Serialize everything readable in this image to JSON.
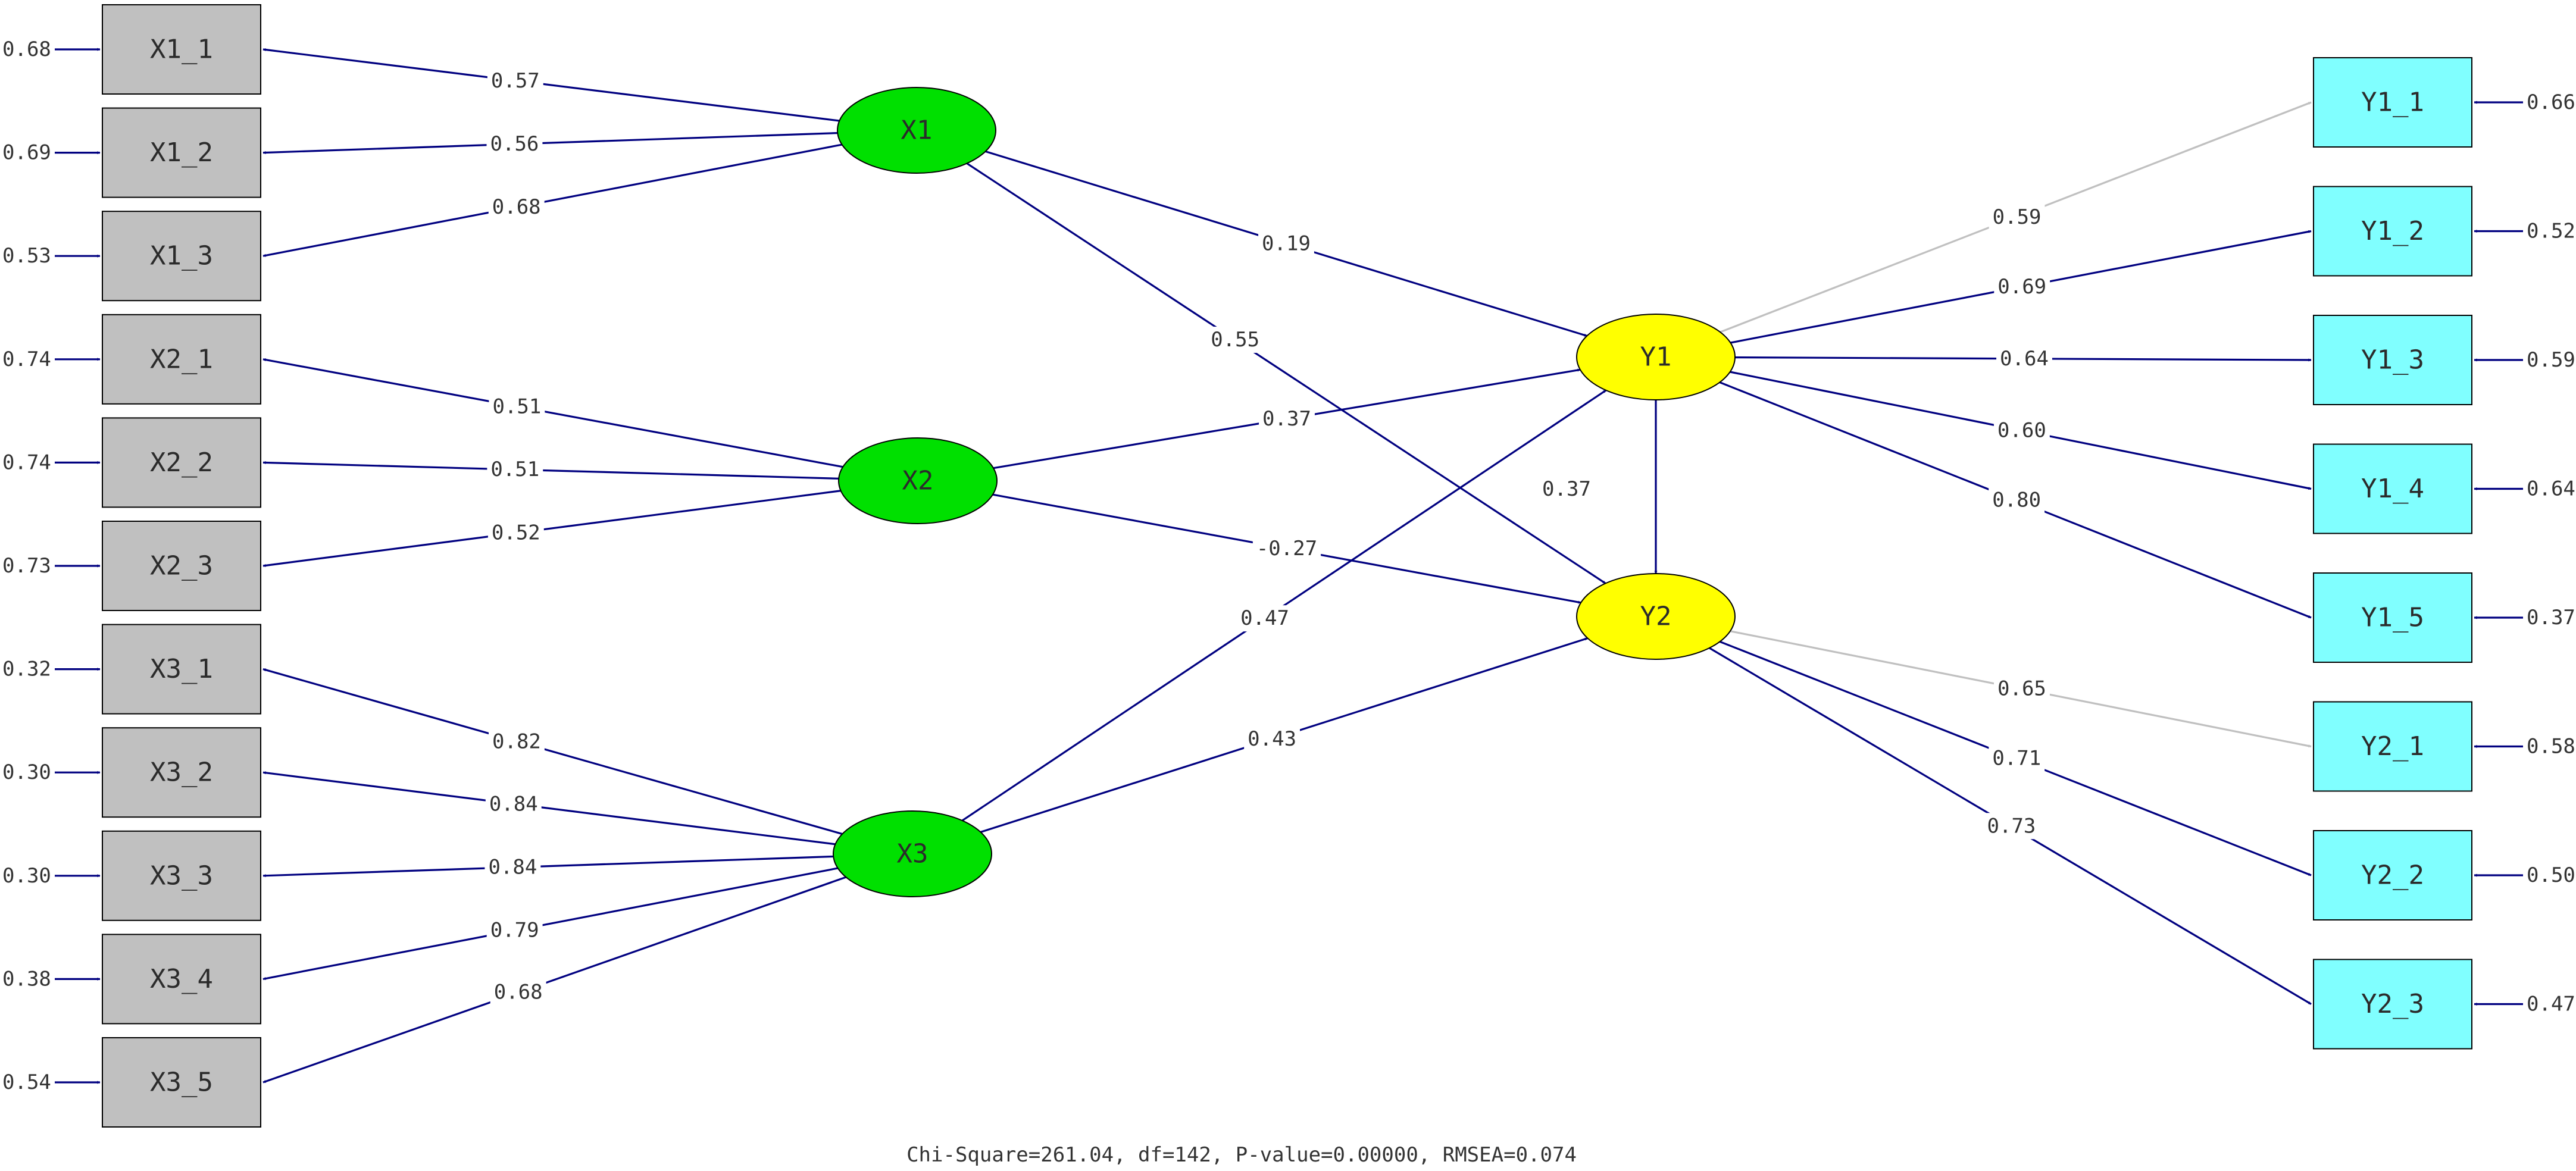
{
  "latent_exogenous": [
    {
      "id": "X1",
      "label": "X1"
    },
    {
      "id": "X2",
      "label": "X2"
    },
    {
      "id": "X3",
      "label": "X3"
    }
  ],
  "latent_endogenous": [
    {
      "id": "Y1",
      "label": "Y1"
    },
    {
      "id": "Y2",
      "label": "Y2"
    }
  ],
  "x_indicators": [
    {
      "label": "X1_1",
      "factor": "X1",
      "loading": "0.57",
      "error": "0.68"
    },
    {
      "label": "X1_2",
      "factor": "X1",
      "loading": "0.56",
      "error": "0.69"
    },
    {
      "label": "X1_3",
      "factor": "X1",
      "loading": "0.68",
      "error": "0.53"
    },
    {
      "label": "X2_1",
      "factor": "X2",
      "loading": "0.51",
      "error": "0.74"
    },
    {
      "label": "X2_2",
      "factor": "X2",
      "loading": "0.51",
      "error": "0.74"
    },
    {
      "label": "X2_3",
      "factor": "X2",
      "loading": "0.52",
      "error": "0.73"
    },
    {
      "label": "X3_1",
      "factor": "X3",
      "loading": "0.82",
      "error": "0.32"
    },
    {
      "label": "X3_2",
      "factor": "X3",
      "loading": "0.84",
      "error": "0.30"
    },
    {
      "label": "X3_3",
      "factor": "X3",
      "loading": "0.84",
      "error": "0.30"
    },
    {
      "label": "X3_4",
      "factor": "X3",
      "loading": "0.79",
      "error": "0.38"
    },
    {
      "label": "X3_5",
      "factor": "X3",
      "loading": "0.68",
      "error": "0.54"
    }
  ],
  "y_indicators": [
    {
      "label": "Y1_1",
      "factor": "Y1",
      "loading": "0.59",
      "error": "0.66",
      "fixed": true
    },
    {
      "label": "Y1_2",
      "factor": "Y1",
      "loading": "0.69",
      "error": "0.52",
      "fixed": false
    },
    {
      "label": "Y1_3",
      "factor": "Y1",
      "loading": "0.64",
      "error": "0.59",
      "fixed": false
    },
    {
      "label": "Y1_4",
      "factor": "Y1",
      "loading": "0.60",
      "error": "0.64",
      "fixed": false
    },
    {
      "label": "Y1_5",
      "factor": "Y1",
      "loading": "0.80",
      "error": "0.37",
      "fixed": false
    },
    {
      "label": "Y2_1",
      "factor": "Y2",
      "loading": "0.65",
      "error": "0.58",
      "fixed": true
    },
    {
      "label": "Y2_2",
      "factor": "Y2",
      "loading": "0.71",
      "error": "0.50",
      "fixed": false
    },
    {
      "label": "Y2_3",
      "factor": "Y2",
      "loading": "0.73",
      "error": "0.47",
      "fixed": false
    }
  ],
  "structural_paths": [
    {
      "from": "X1",
      "to": "Y1",
      "value": "0.19"
    },
    {
      "from": "X1",
      "to": "Y2",
      "value": "0.55"
    },
    {
      "from": "X2",
      "to": "Y1",
      "value": "0.37"
    },
    {
      "from": "X2",
      "to": "Y2",
      "value": "-0.27"
    },
    {
      "from": "X3",
      "to": "Y1",
      "value": "0.47"
    },
    {
      "from": "X3",
      "to": "Y2",
      "value": "0.43"
    },
    {
      "from": "Y1",
      "to": "Y2",
      "value": "0.37"
    }
  ],
  "fit_statistics": "Chi-Square=261.04, df=142, P-value=0.00000, RMSEA=0.074",
  "colors": {
    "observed_x_fill": "#c0c0c0",
    "observed_y_fill": "#80ffff",
    "exogenous_fill": "#00e000",
    "endogenous_fill": "#ffff00",
    "path_stroke": "#000080",
    "fixed_path_stroke": "#c0c0c0"
  }
}
